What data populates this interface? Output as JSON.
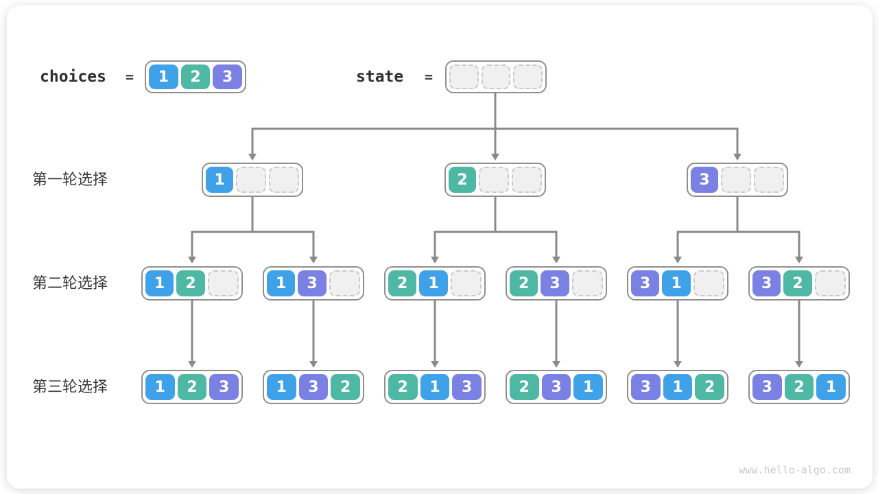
{
  "cell_colors": {
    "1": "#3fa2e9",
    "2": "#4eb8a5",
    "3": "#7a81e2"
  },
  "empty_cell": {
    "fill": "#f0f0f0",
    "border": "#c9c9c9"
  },
  "line_color": "#8a8a8a",
  "header": {
    "choices_label": "choices",
    "equals_sign": "=",
    "choices_values": [
      1,
      2,
      3
    ],
    "state_label": "state",
    "state_values": [
      null,
      null,
      null
    ]
  },
  "rows": [
    {
      "label": "第一轮选择",
      "nodes": [
        [
          1,
          null,
          null
        ],
        [
          2,
          null,
          null
        ],
        [
          3,
          null,
          null
        ]
      ]
    },
    {
      "label": "第二轮选择",
      "nodes": [
        [
          1,
          2,
          null
        ],
        [
          1,
          3,
          null
        ],
        [
          2,
          1,
          null
        ],
        [
          2,
          3,
          null
        ],
        [
          3,
          1,
          null
        ],
        [
          3,
          2,
          null
        ]
      ]
    },
    {
      "label": "第三轮选择",
      "nodes": [
        [
          1,
          2,
          3
        ],
        [
          1,
          3,
          2
        ],
        [
          2,
          1,
          3
        ],
        [
          2,
          3,
          1
        ],
        [
          3,
          1,
          2
        ],
        [
          3,
          2,
          1
        ]
      ]
    }
  ],
  "watermark": "www.hello-algo.com"
}
